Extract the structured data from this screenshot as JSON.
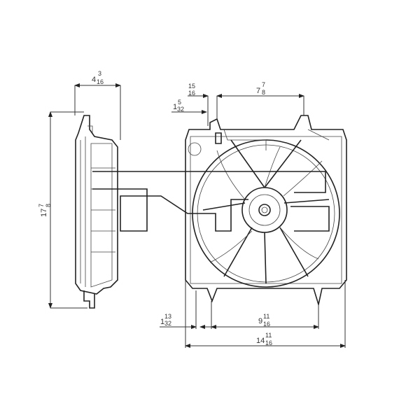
{
  "dimensions": {
    "side_depth": {
      "whole": "4",
      "num": "3",
      "den": "16"
    },
    "top_offset": {
      "whole": "",
      "num": "15",
      "den": "16"
    },
    "top_small": {
      "whole": "1",
      "num": "5",
      "den": "32"
    },
    "mount_spacing_top": {
      "whole": "7",
      "num": "7",
      "den": "8"
    },
    "height": {
      "whole": "17",
      "num": "7",
      "den": "8"
    },
    "bottom_small": {
      "whole": "1",
      "num": "13",
      "den": "32"
    },
    "mount_spacing_bottom": {
      "whole": "9",
      "num": "11",
      "den": "16"
    },
    "overall_width": {
      "whole": "14",
      "num": "11",
      "den": "16"
    }
  },
  "colors": {
    "line": "#222222",
    "background": "#ffffff"
  }
}
